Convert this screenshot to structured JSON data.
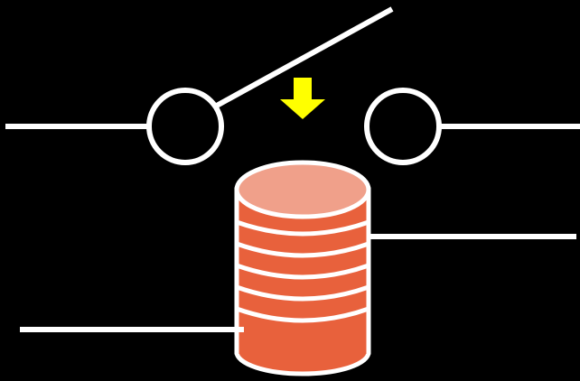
{
  "diagram": {
    "colors": {
      "background": "#000000",
      "wire": "#ffffff",
      "arrow": "#ffff00",
      "coil_body": "#e8613c",
      "coil_top": "#f0a08a"
    },
    "components": {
      "left_contact": "terminal",
      "right_contact": "terminal",
      "switch_lever": "open-switch-arm",
      "actuation_arrow": "down-arrow-icon",
      "electromagnet": "coil-core",
      "winding_turns": 5
    }
  }
}
